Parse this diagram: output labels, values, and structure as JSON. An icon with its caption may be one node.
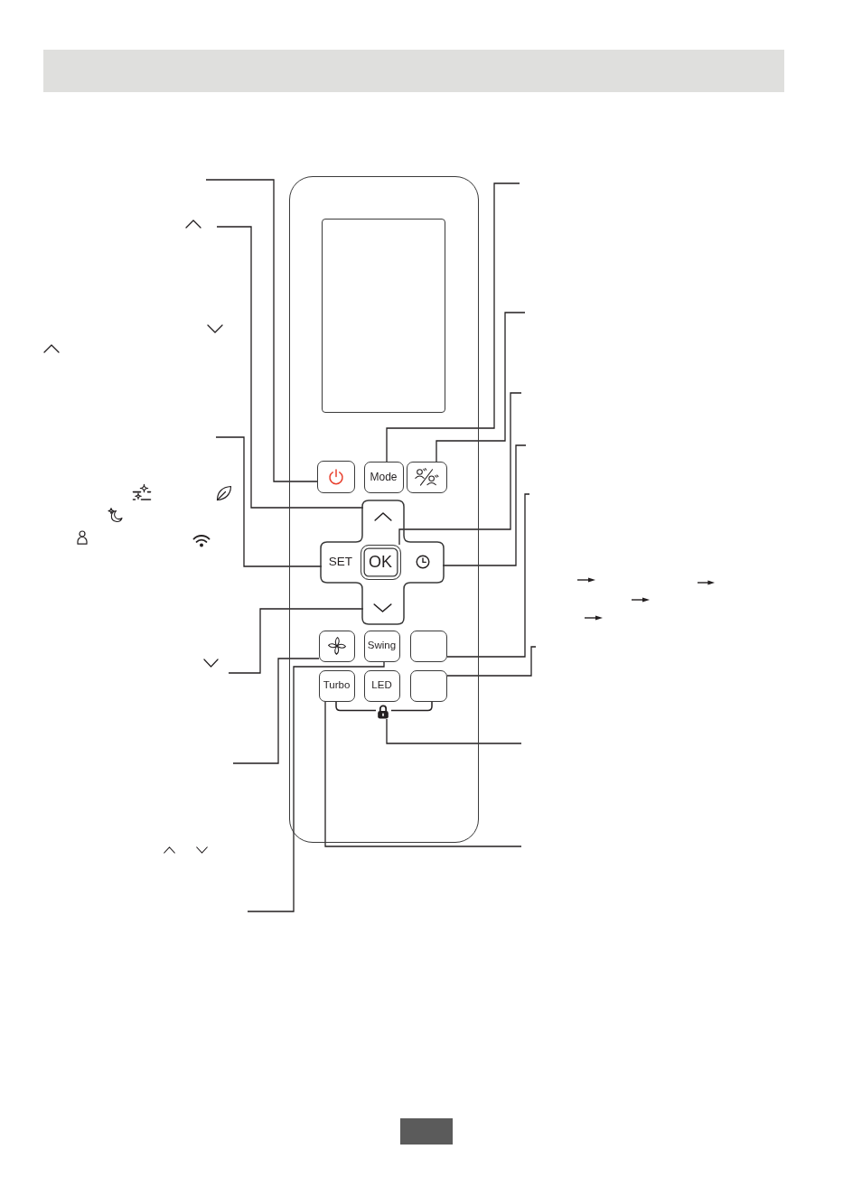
{
  "diagram": {
    "nodes": [
      {
        "text": [],
        "shape": "box"
      },
      {
        "text": [],
        "shape": "box",
        "in": 0
      },
      {
        "text": [],
        "shape": "box",
        "in": 0
      },
      {
        "text": [
          "Mode"
        ],
        "in": 0
      },
      {
        "text": [],
        "shape": "box",
        "in": 0
      },
      {
        "text": [],
        "shape": "cross",
        "in": 0
      },
      {
        "text": [],
        "shape": "picture",
        "in": 5
      },
      {
        "text": [
          "SET"
        ],
        "in": 5
      },
      {
        "text": [
          "OK"
        ],
        "in": 5
      },
      {
        "text": [],
        "shape": "picture",
        "in": 5
      },
      {
        "text": [],
        "shape": "picture",
        "in": 5
      },
      {
        "text": [],
        "shape": "box",
        "in": 0
      },
      {
        "text": [
          "Swing"
        ],
        "in": 0
      },
      {
        "text": [],
        "shape": "box",
        "in": 0
      },
      {
        "text": [
          "Turbo"
        ],
        "in": 0
      },
      {
        "text": [
          "LED"
        ],
        "in": 0
      },
      {
        "text": [],
        "shape": "box",
        "in": 0
      },
      {
        "text": [],
        "shape": "picture",
        "in": 0
      }
    ],
    "edges": [
      {
        "from": null,
        "to": 2,
        "arrow": "none"
      },
      {
        "from": null,
        "to": 6,
        "arrow": "none"
      },
      {
        "from": null,
        "to": 7,
        "arrow": "none"
      },
      {
        "from": null,
        "to": 10,
        "arrow": "none"
      },
      {
        "from": null,
        "to": 11,
        "arrow": "none"
      },
      {
        "from": null,
        "to": 12,
        "arrow": "none"
      },
      {
        "from": null,
        "to": 3,
        "arrow": "none"
      },
      {
        "from": null,
        "to": 4,
        "arrow": "none"
      },
      {
        "from": null,
        "to": 8,
        "arrow": "none"
      },
      {
        "from": null,
        "to": 9,
        "arrow": "none"
      },
      {
        "from": null,
        "to": 13,
        "arrow": "none"
      },
      {
        "from": null,
        "to": 16,
        "arrow": "none"
      },
      {
        "from": null,
        "to": 17,
        "arrow": "none"
      },
      {
        "from": null,
        "to": 14,
        "arrow": "none"
      }
    ]
  }
}
